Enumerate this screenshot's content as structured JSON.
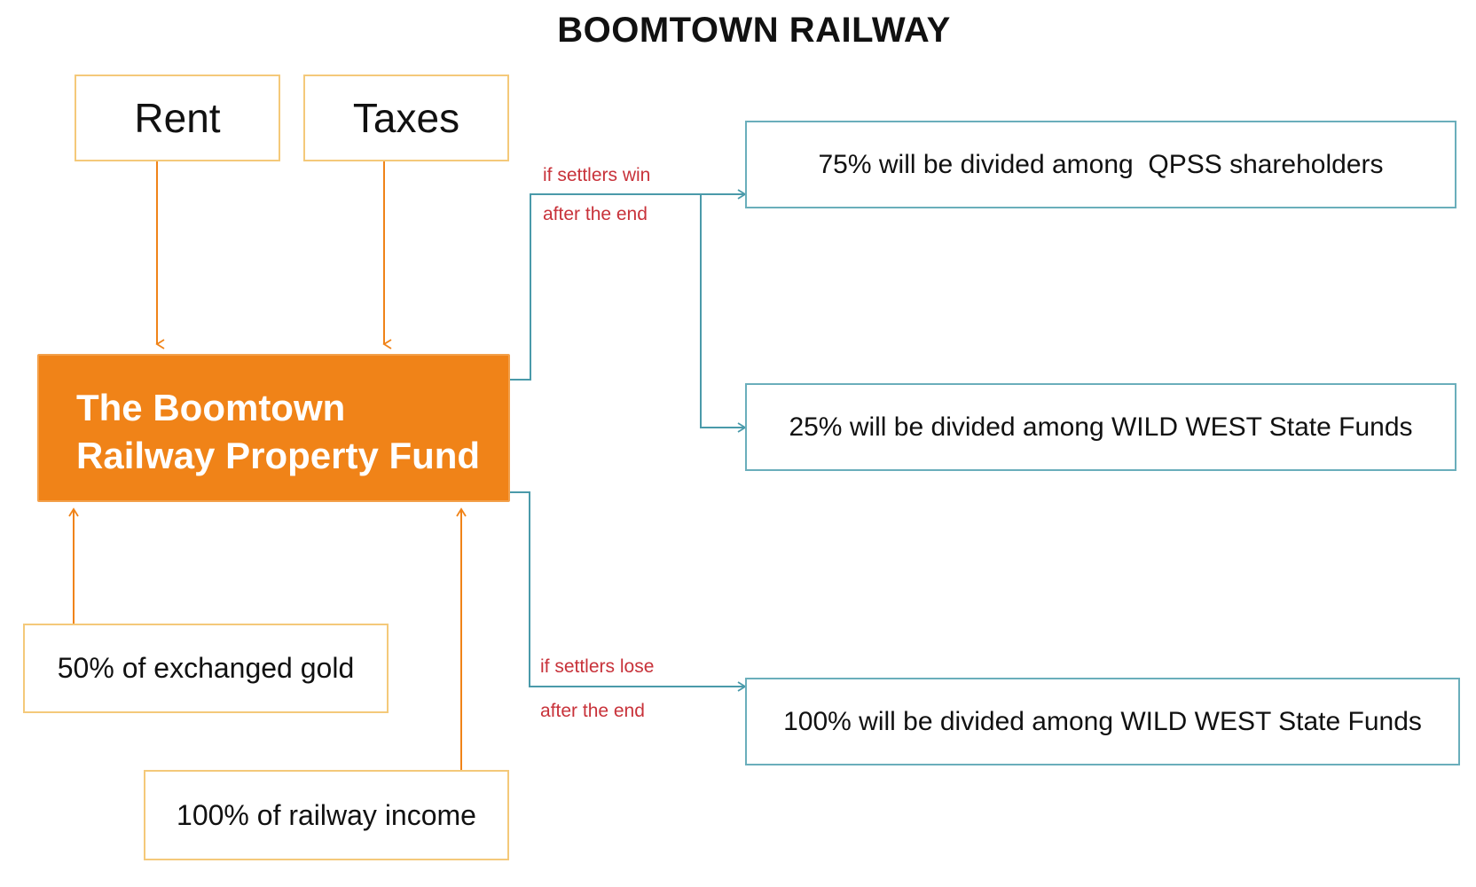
{
  "title": "BOOMTOWN RAILWAY",
  "inputs": {
    "rent": "Rent",
    "taxes": "Taxes",
    "gold": "50% of exchanged gold",
    "railway_income": "100% of railway income"
  },
  "fund": {
    "line1": "The Boomtown",
    "line2": "Railway Property Fund"
  },
  "branches": {
    "win": {
      "condition": "if settlers win",
      "timing": "after the end",
      "outcome_1": "75% will be divided among  QPSS shareholders",
      "outcome_2": "25% will be divided among WILD WEST State Funds"
    },
    "lose": {
      "condition": "if settlers lose",
      "timing": "after the end",
      "outcome_1": "100% will be divided among WILD WEST State Funds"
    }
  },
  "colors": {
    "fund_fill": "#f08318",
    "input_border": "#f4c97a",
    "input_arrow": "#f08318",
    "output_border": "#6aaebb",
    "output_arrow": "#4a9aaa",
    "condition_text": "#c8323a"
  }
}
